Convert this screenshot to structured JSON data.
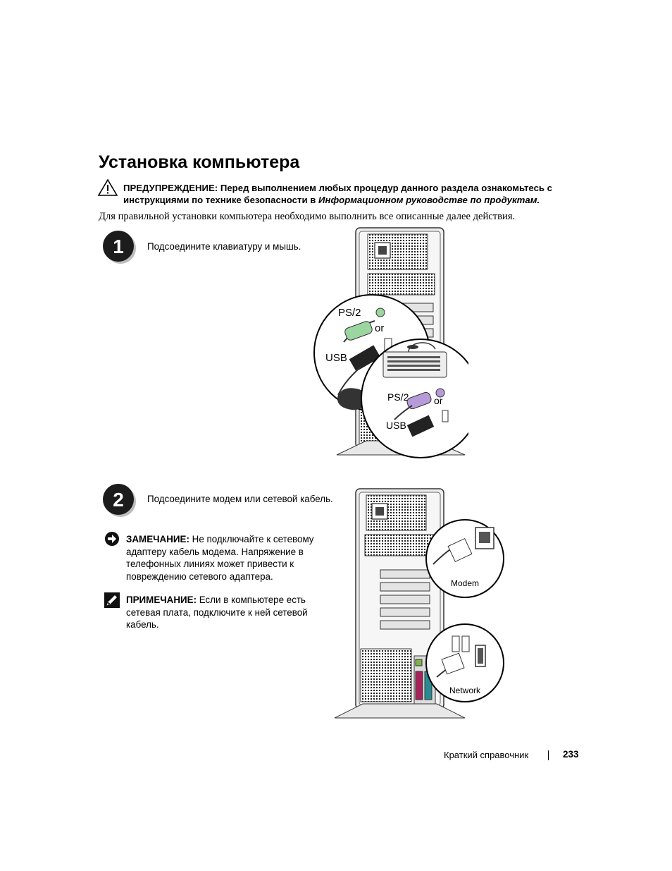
{
  "title": "Установка компьютера",
  "warning": {
    "label": "ПРЕДУПРЕЖДЕНИЕ:",
    "text_1": " Перед выполнением любых процедур данного раздела ознакомьтесь с инструкциями по технике безопасности в ",
    "text_italic": "Информационном руководстве по продуктам.",
    "icon": "warning-triangle-icon"
  },
  "intro": "Для правильной установки компьютера необходимо выполнить все описанные далее действия.",
  "steps": [
    {
      "number": "1",
      "text": "Подсоедините клавиатуру и мышь.",
      "figure_labels": {
        "ps2_left": "PS/2",
        "or_left": "or",
        "usb_left": "USB",
        "ps2_right": "PS/2",
        "or_right": "or",
        "usb_right": "USB"
      }
    },
    {
      "number": "2",
      "text": "Подсоедините модем или сетевой кабель.",
      "figure_labels": {
        "modem": "Modem",
        "network": "Network"
      }
    }
  ],
  "notice": {
    "label": "ЗАМЕЧАНИЕ:",
    "text": " Не подключайте к сетевому адаптеру кабель модема. Напряжение в телефонных линиях может привести к повреждению сетевого адаптера.",
    "icon": "notice-arrow-icon"
  },
  "note": {
    "label": "ПРИМЕЧАНИЕ:",
    "text": " Если в компьютере есть сетевая плата, подключите к ней сетевой кабель.",
    "icon": "note-pencil-icon"
  },
  "footer": {
    "section": "Краткий справочник",
    "page": "233"
  }
}
